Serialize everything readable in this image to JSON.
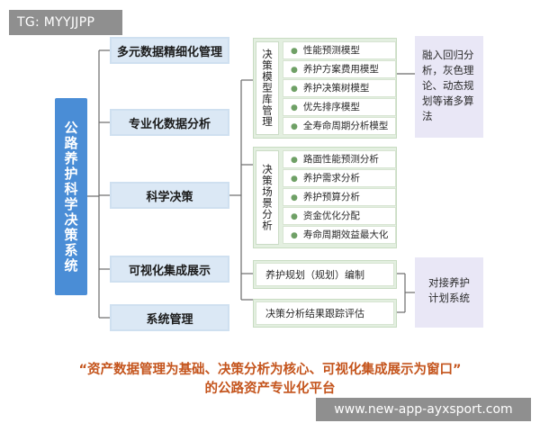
{
  "watermark_top": "TG: MYYJJPP",
  "root": {
    "label": "公路养护科学决策系统"
  },
  "level1": [
    {
      "label": "多元数据精细化管理"
    },
    {
      "label": "专业化数据分析"
    },
    {
      "label": "科学决策"
    },
    {
      "label": "可视化集成展示"
    },
    {
      "label": "系统管理"
    }
  ],
  "group_model": {
    "label": "决策模型库管理",
    "items": [
      "性能预测模型",
      "养护方案费用模型",
      "养护决策树模型",
      "优先排序模型",
      "全寿命周期分析模型"
    ]
  },
  "group_scene": {
    "label": "决策场景分析",
    "items": [
      "路面性能预测分析",
      "养护需求分析",
      "养护预算分析",
      "资金优化分配",
      "寿命周期效益最大化"
    ]
  },
  "solo_items": [
    "养护规划（规划）编制",
    "决策分析结果跟踪评估"
  ],
  "note_model": "融入回归分析，灰色理论、动态规划等诸多算法",
  "note_plan": "对接养护计划系统",
  "caption": {
    "line1": "“资产数据管理为基础、决策分析为核心、可视化集成展示为窗口”",
    "line2": "的公路资产专业化平台"
  },
  "watermark_bottom": "www.new-app-ayxsport.com",
  "colors": {
    "root": "#4a8dd6",
    "level1_fill": "#dbe8f5",
    "group_fill": "#e3efe0",
    "note_fill": "#e9e7f6",
    "caption": "#c4541c",
    "watermark": "#8f8f8f"
  }
}
